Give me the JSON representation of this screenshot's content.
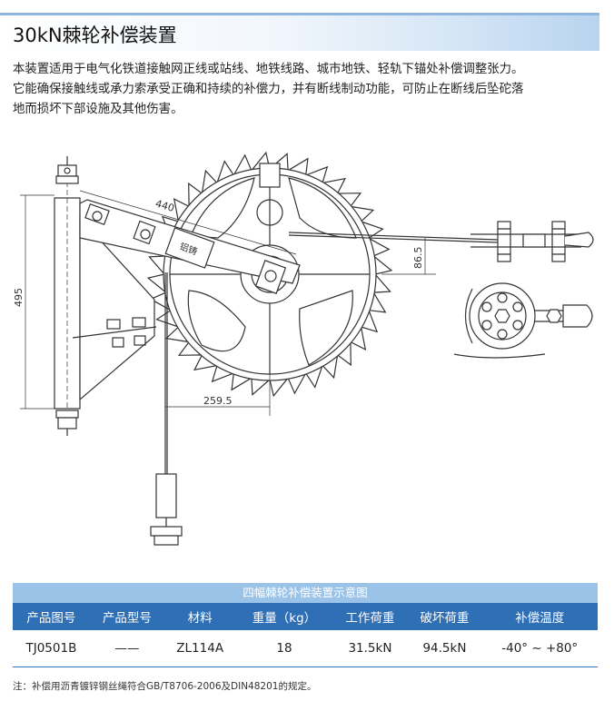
{
  "header": {
    "title": "30kN棘轮补偿装置"
  },
  "description": {
    "lines": [
      "本装置适用于电气化铁道接触网正线或站线、地铁线路、城市地铁、轻轨下锚处补偿调整张力。",
      "它能确保接触线或承力索承受正确和持续的补偿力，并有断线制动功能，可防止在断线后坠砣落",
      "地而损坏下部设施及其他伤害。"
    ]
  },
  "drawing": {
    "dims": {
      "d440": "440",
      "d495": "495",
      "d865": "86.5",
      "d2595": "259.5"
    },
    "plate_text": "铝铸"
  },
  "caption": "四幅棘轮补偿装置示意图",
  "table": {
    "headers": [
      "产品图号",
      "产品型号",
      "材料",
      "重量（kg）",
      "工作荷重",
      "破坏荷重",
      "补偿温度"
    ],
    "rows": [
      [
        "TJ0501B",
        "——",
        "ZL114A",
        "18",
        "31.5kN",
        "94.5kN",
        "-40° ~ +80°"
      ]
    ]
  },
  "note": "注：补偿用沥青镀锌钢丝绳符合GB/T8706-2006及DIN48201的规定。",
  "colors": {
    "accent": "#2f6fb6",
    "caption_bg": "#9bc3e8",
    "header_grad": "#b8d4ef"
  }
}
